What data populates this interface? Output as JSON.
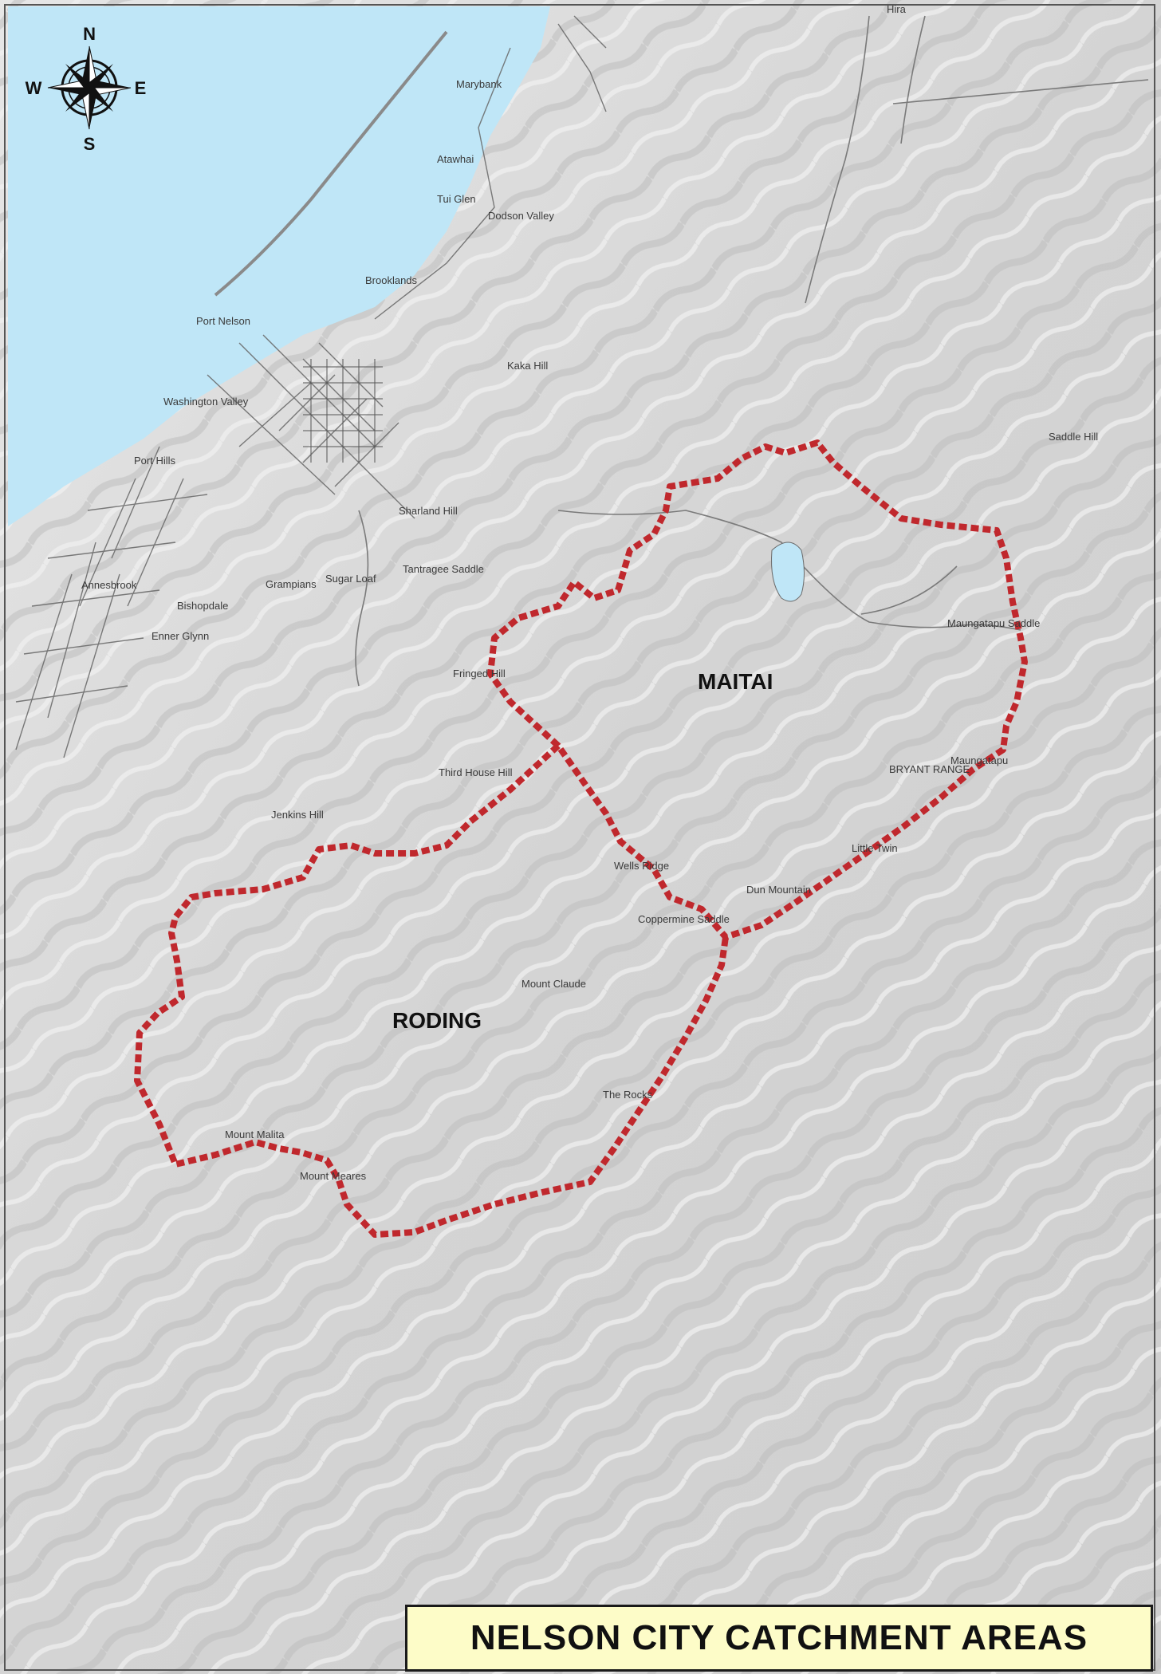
{
  "title": "NELSON CITY CATCHMENT AREAS",
  "compass": {
    "n": "N",
    "s": "S",
    "e": "E",
    "w": "W"
  },
  "catchments": {
    "maitai": "MAITAI",
    "roding": "RODING"
  },
  "places": {
    "hira": "Hira",
    "marybank": "Marybank",
    "atawhai": "Atawhai",
    "tui_glen": "Tui Glen",
    "dodson_valley": "Dodson Valley",
    "brooklands": "Brooklands",
    "port_nelson": "Port Nelson",
    "kaka_hill": "Kaka Hill",
    "washington_valley": "Washington Valley",
    "saddle_hill": "Saddle Hill",
    "port_hills": "Port Hills",
    "sharland_hill": "Sharland Hill",
    "tantragee_saddle": "Tantragee Saddle",
    "sugar_loaf": "Sugar Loaf",
    "grampians": "Grampians",
    "annesbrook": "Annesbrook",
    "bishopdale": "Bishopdale",
    "enner_glynn": "Enner Glynn",
    "maungatapu_saddle": "Maungatapu Saddle",
    "fringed_hill": "Fringed Hill",
    "third_house_hill": "Third House Hill",
    "maungatapu": "Maungatapu",
    "bryant_range": "BRYANT RANGE",
    "jenkins_hill": "Jenkins Hill",
    "wells_ridge": "Wells Ridge",
    "little_twin": "Little Twin",
    "dun_mountain": "Dun Mountain",
    "coppermine_saddle": "Coppermine Saddle",
    "mount_claude": "Mount Claude",
    "the_rocks": "The Rocks",
    "mount_malita": "Mount Malita",
    "mount_meares": "Mount Meares"
  },
  "colors": {
    "sea": "#bfe6f7",
    "land": "#d9d9d9",
    "boundary": "#c0282d",
    "title_bg": "#fdfcc8"
  }
}
